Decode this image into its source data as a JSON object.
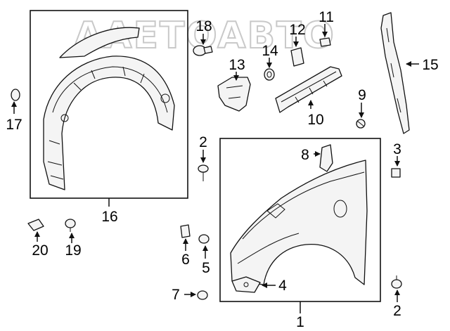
{
  "watermark": "AAETOABTO",
  "callouts": {
    "c1": "1",
    "c2a": "2",
    "c2b": "2",
    "c3": "3",
    "c4": "4",
    "c5": "5",
    "c6": "6",
    "c7": "7",
    "c8": "8",
    "c9": "9",
    "c10": "10",
    "c11": "11",
    "c12": "12",
    "c13": "13",
    "c14": "14",
    "c15": "15",
    "c16": "16",
    "c17": "17",
    "c18": "18",
    "c19": "19",
    "c20": "20"
  }
}
